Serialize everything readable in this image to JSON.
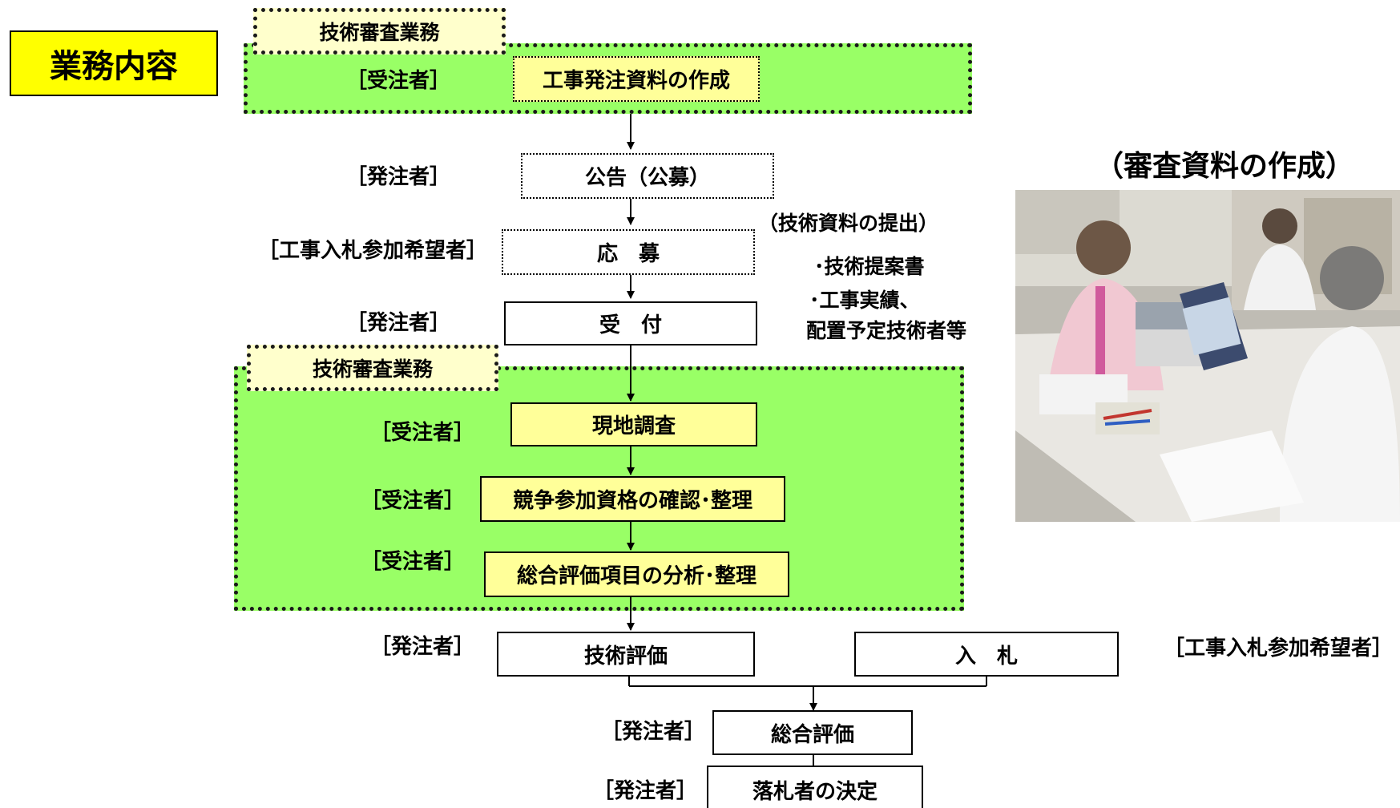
{
  "legend": "業務内容",
  "regions": [
    {
      "tag": "技術審査業務"
    },
    {
      "tag": "技術審査業務"
    }
  ],
  "nodes": {
    "create_materials": "工事発注資料の作成",
    "announcement": "公告（公募）",
    "application": "応　募",
    "reception": "受　付",
    "site_survey": "現地調査",
    "qualification": "競争参加資格の確認･整理",
    "evaluation_items": "総合評価項目の分析･整理",
    "tech_evaluation": "技術評価",
    "bidding": "入　札",
    "overall_evaluation": "総合評価",
    "winner": "落札者の決定"
  },
  "roles": {
    "create_materials": "［受注者］",
    "announcement": "［発注者］",
    "application": "［工事入札参加希望者］",
    "reception": "［発注者］",
    "site_survey": "［受注者］",
    "qualification": "［受注者］",
    "evaluation_items": "［受注者］",
    "tech_evaluation": "［発注者］",
    "bidding": "［工事入札参加希望者］",
    "overall_evaluation": "［発注者］",
    "winner": "［発注者］"
  },
  "submission_note": {
    "heading": "（技術資料の提出）",
    "item1": "･技術提案書",
    "item2": "･工事実績、",
    "item3": "配置予定技術者等"
  },
  "photo": {
    "caption": "（審査資料の作成）"
  }
}
